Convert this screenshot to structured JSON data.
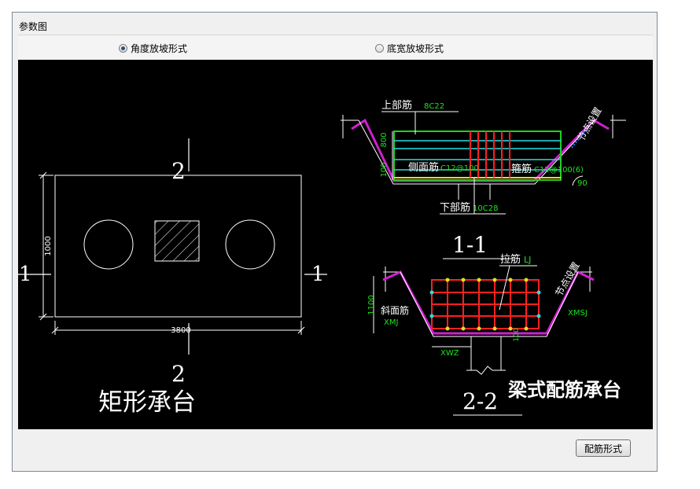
{
  "window": {
    "title": "参数图"
  },
  "radios": [
    {
      "label": "角度放坡形式",
      "checked": true
    },
    {
      "label": "底宽放坡形式",
      "checked": false
    }
  ],
  "drawing": {
    "plan": {
      "section_mark_left": "1",
      "section_mark_right": "1",
      "section_mark_top": "2",
      "section_mark_bottom": "2",
      "dim_height": "1000",
      "dim_width": "3800",
      "caption": "矩形承台"
    },
    "section11": {
      "top_rebar_label": "上部筋",
      "top_rebar_value": "8C22",
      "side_rebar_label": "侧面筋",
      "side_rebar_value": "C12@100",
      "stirrup_label": "箍筋",
      "stirrup_value": "C12@100(6)",
      "bottom_rebar_label": "下部筋",
      "bottom_rebar_value": "10C28",
      "dim_height": "800",
      "dim_left": "100",
      "angle": "90",
      "node_label": "节点设置",
      "caption": "1-1"
    },
    "section22": {
      "tie_label": "拉筋",
      "tie_value": "LJ",
      "slope_rebar_label": "斜面筋",
      "slope_rebar_value": "XMJ",
      "right_rebar_value": "XMSJ",
      "bottom_value": "XWZ",
      "dim_height": "1100",
      "dim_small": "100",
      "node_label": "节点设置",
      "caption": "2-2"
    },
    "main_caption": "梁式配筋承台"
  },
  "buttons": {
    "rebar_form": "配筋形式"
  }
}
